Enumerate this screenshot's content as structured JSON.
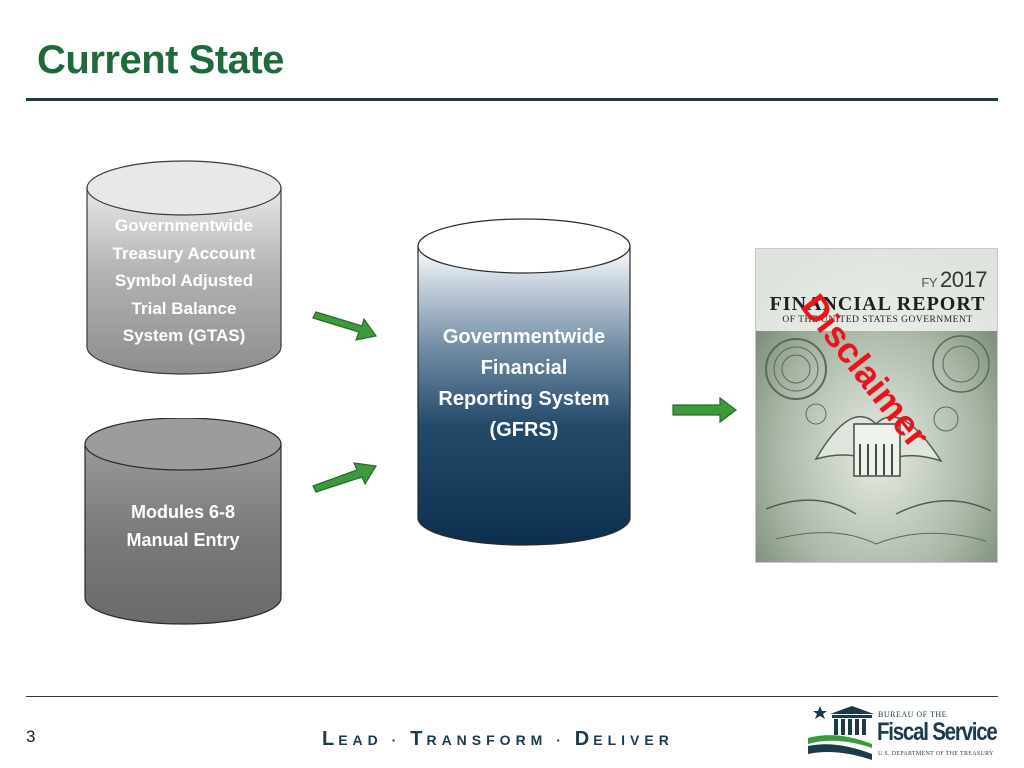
{
  "slide": {
    "title": "Current State",
    "page_number": "3"
  },
  "sources": [
    {
      "lines": [
        "Governmentwide",
        "Treasury Account",
        "Symbol Adjusted",
        "Trial Balance",
        "System (GTAS)"
      ]
    },
    {
      "lines": [
        "Modules 6-8",
        "Manual Entry"
      ]
    }
  ],
  "target": {
    "lines": [
      "Governmentwide",
      "Financial",
      "Reporting System",
      "(GFRS)"
    ]
  },
  "report_image": {
    "fy_label": "FY",
    "year": "2017",
    "title": "FINANCIAL REPORT",
    "subtitle": "OF THE UNITED STATES GOVERNMENT",
    "stamp": "Disclaimer"
  },
  "footer": {
    "tagline": [
      {
        "cap": "L",
        "rest": "EAD"
      },
      {
        "sep": " · "
      },
      {
        "cap": "T",
        "rest": "RANSFORM"
      },
      {
        "sep": " · "
      },
      {
        "cap": "D",
        "rest": "ELIVER"
      }
    ]
  },
  "logo": {
    "bureau": "BUREAU OF THE",
    "name": "Fiscal Service",
    "department": "U.S. DEPARTMENT OF THE TREASURY"
  },
  "colors": {
    "title_green": "#1e6a3c",
    "navy": "#1b3a4c",
    "arrow_green": "#3c9a3a",
    "stamp_red": "#e8151c"
  }
}
